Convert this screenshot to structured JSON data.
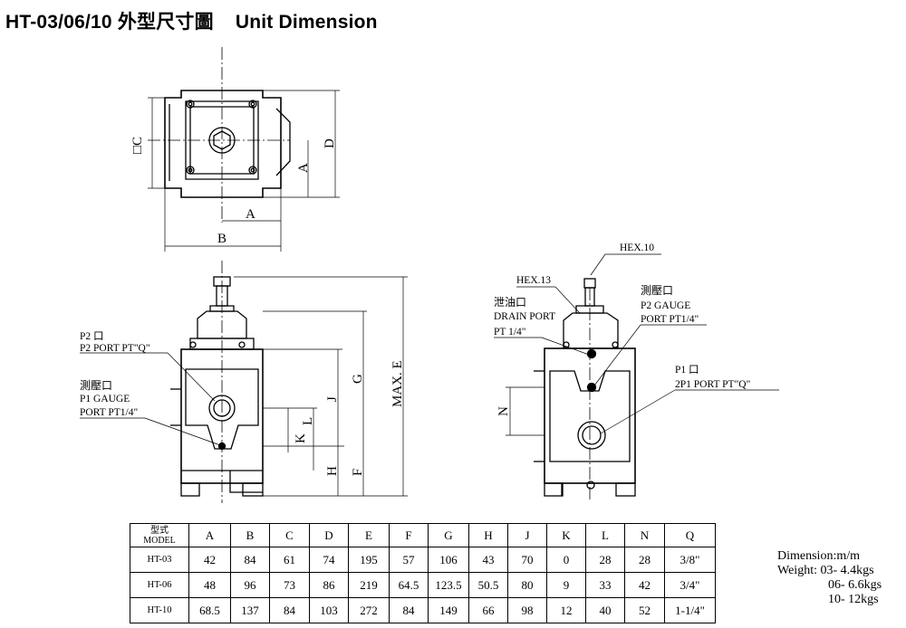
{
  "title": {
    "model": "HT-03/06/10",
    "zh": "外型尺寸圖",
    "en": "Unit Dimension"
  },
  "top_view": {
    "dim_c": "□C",
    "dim_a_vert": "A",
    "dim_d": "D",
    "dim_a_horiz": "A",
    "dim_b": "B"
  },
  "front_view": {
    "p2_port_l1": "P2 口",
    "p2_port_l2": "P2 PORT PT\"Q\"",
    "p1_gauge_l1": "測壓口",
    "p1_gauge_l2": "P1 GAUGE",
    "p1_gauge_l3": "PORT PT1/4\"",
    "dim_g": "G",
    "dim_j": "J",
    "dim_l": "L",
    "dim_k": "K",
    "dim_h": "H",
    "dim_f": "F",
    "dim_maxe": "MAX. E"
  },
  "side_view": {
    "hex10": "HEX.10",
    "hex13": "HEX.13",
    "drain_l1": "泄油口",
    "drain_l2": "DRAIN PORT",
    "drain_l3": "PT  1/4\"",
    "p2_gauge_l1": "測壓口",
    "p2_gauge_l2": "P2 GAUGE",
    "p2_gauge_l3": "PORT PT1/4\"",
    "p1_l1": "P1 口",
    "p1_l2": "2P1 PORT  PT\"Q\"",
    "dim_n": "N"
  },
  "table": {
    "header_model_zh": "型式",
    "header_model_en": "MODEL",
    "columns": [
      "A",
      "B",
      "C",
      "D",
      "E",
      "F",
      "G",
      "H",
      "J",
      "K",
      "L",
      "N",
      "Q"
    ],
    "rows": [
      {
        "model": "HT-03",
        "values": [
          "42",
          "84",
          "61",
          "74",
          "195",
          "57",
          "106",
          "43",
          "70",
          "0",
          "28",
          "28",
          "3/8\""
        ]
      },
      {
        "model": "HT-06",
        "values": [
          "48",
          "96",
          "73",
          "86",
          "219",
          "64.5",
          "123.5",
          "50.5",
          "80",
          "9",
          "33",
          "42",
          "3/4\""
        ]
      },
      {
        "model": "HT-10",
        "values": [
          "68.5",
          "137",
          "84",
          "103",
          "272",
          "84",
          "149",
          "66",
          "98",
          "12",
          "40",
          "52",
          "1-1/4\""
        ]
      }
    ]
  },
  "notes": {
    "dimension": "Dimension:m/m",
    "weight_03": "Weight: 03- 4.4kgs",
    "weight_06": "06- 6.6kgs",
    "weight_10": "10- 12kgs"
  }
}
